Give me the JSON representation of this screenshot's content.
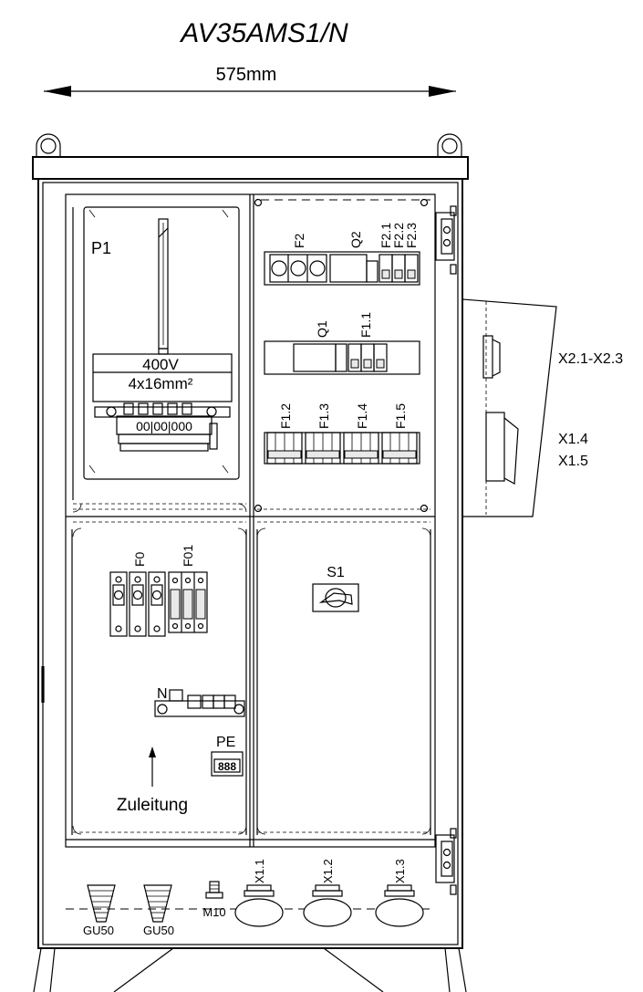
{
  "title": "AV35AMS1/N",
  "width_label": "575mm",
  "labels": {
    "p1": "P1",
    "meter_voltage": "400V",
    "meter_cable": "4x16mm²",
    "meter_terminals": "00|00|000",
    "f2": "F2",
    "q2": "Q2",
    "f2_1": "F2.1",
    "f2_2": "F2.2",
    "f2_3": "F2.3",
    "q1": "Q1",
    "f1_1": "F1.1",
    "f1_2": "F1.2",
    "f1_3": "F1.3",
    "f1_4": "F1.4",
    "f1_5": "F1.5",
    "f0": "F0",
    "f01": "F01",
    "s1": "S1",
    "n": "N",
    "pe": "PE",
    "pe_terminal": "888",
    "zuleitung": "Zuleitung",
    "x1_1": "X1.1",
    "x1_2": "X1.2",
    "x1_3": "X1.3",
    "x2_range": "X2.1-X2.3",
    "x1_4": "X1.4",
    "x1_5": "X1.5",
    "gland_1": "GU50",
    "gland_2": "GU50",
    "m10": "M10"
  }
}
